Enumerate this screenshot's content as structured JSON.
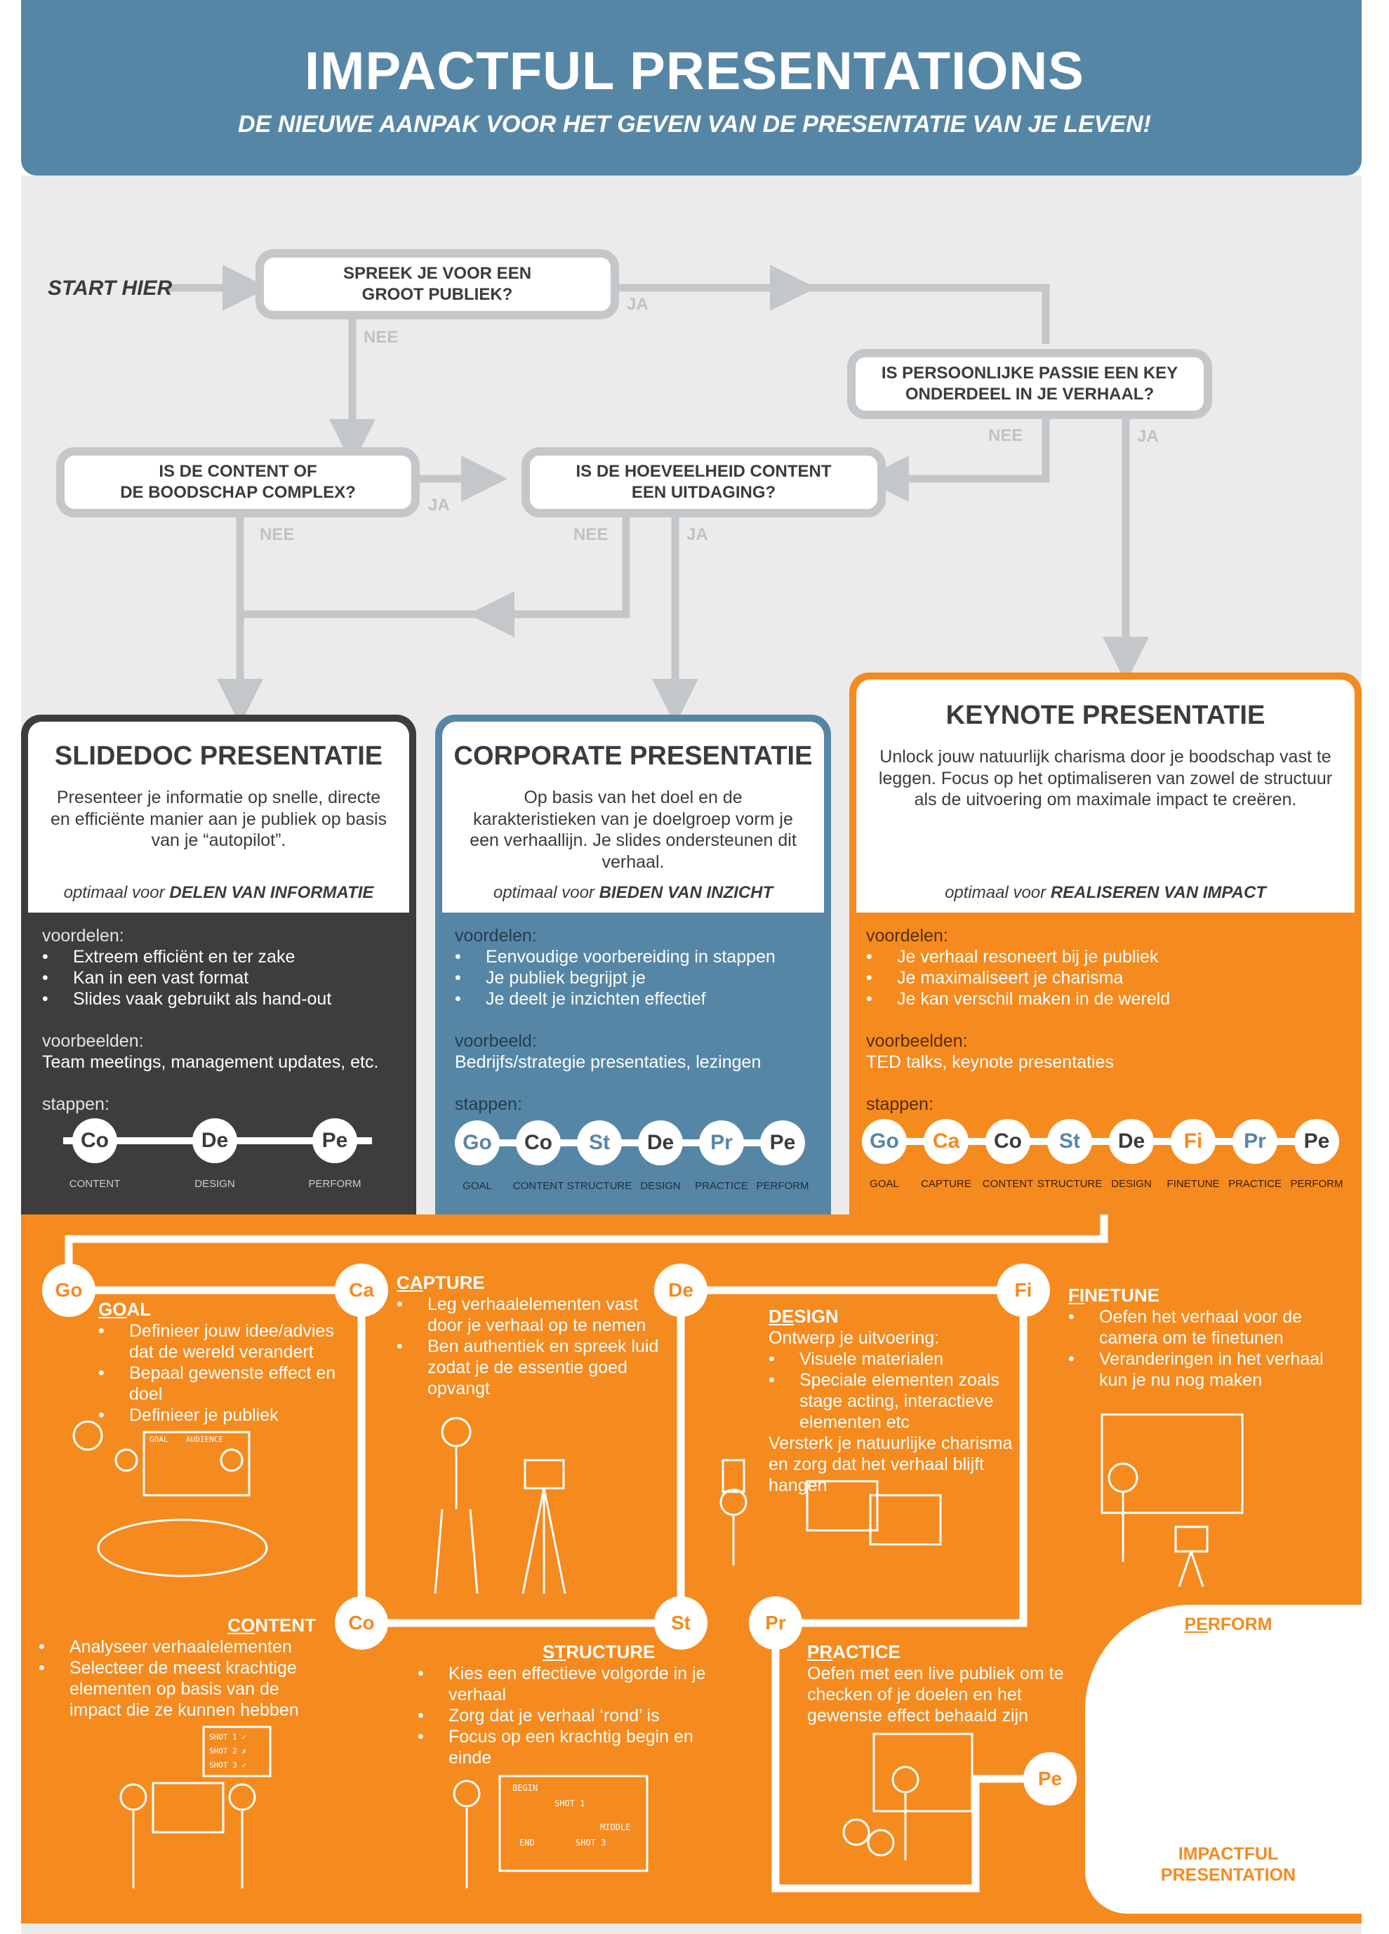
{
  "header": {
    "title": "IMPACTFUL PRESENTATIONS",
    "subtitle": "DE NIEUWE AANPAK VOOR HET GEVEN VAN DE PRESENTATIE VAN JE LEVEN!"
  },
  "flow": {
    "start": "START HIER",
    "q1": "SPREEK JE VOOR EEN\nGROOT PUBLIEK?",
    "q2": "IS PERSOONLIJKE PASSIE EEN KEY\nONDERDEEL IN JE VERHAAL?",
    "q3": "IS DE CONTENT OF\nDE BOODSCHAP COMPLEX?",
    "q4": "IS DE HOEVEELHEID CONTENT\nEEN UITDAGING?",
    "yes": "JA",
    "no": "NEE"
  },
  "panels": {
    "slidedoc": {
      "title": "SLIDEDOC PRESENTATIE",
      "desc": "Presenteer je informatie op snelle, directe en efficiënte manier aan je publiek op basis van je “autopilot”.",
      "opt_prefix": "optimaal voor ",
      "opt_bold": "DELEN VAN INFORMATIE",
      "adv_label": "voordelen:",
      "adv": [
        "Extreem efficiënt en ter zake",
        "Kan in een vast format",
        "Slides vaak gebruikt als hand-out"
      ],
      "ex_label": "voorbeelden:",
      "ex": "Team meetings, management updates, etc.",
      "steps_label": "stappen:",
      "steps": [
        {
          "abbr": "Co",
          "name": "CONTENT"
        },
        {
          "abbr": "De",
          "name": "DESIGN"
        },
        {
          "abbr": "Pe",
          "name": "PERFORM"
        }
      ]
    },
    "corporate": {
      "title": "CORPORATE PRESENTATIE",
      "desc": "Op basis van het doel en de karakteristieken van je doelgroep vorm je een verhaallijn. Je slides ondersteunen dit verhaal.",
      "opt_prefix": "optimaal voor ",
      "opt_bold": "BIEDEN VAN INZICHT",
      "adv_label": "voordelen:",
      "adv": [
        "Eenvoudige voorbereiding in stappen",
        "Je publiek begrijpt je",
        "Je deelt je inzichten effectief"
      ],
      "ex_label": "voorbeeld:",
      "ex": "Bedrijfs/strategie presentaties, lezingen",
      "steps_label": "stappen:",
      "steps": [
        {
          "abbr": "Go",
          "name": "GOAL"
        },
        {
          "abbr": "Co",
          "name": "CONTENT"
        },
        {
          "abbr": "St",
          "name": "STRUCTURE"
        },
        {
          "abbr": "De",
          "name": "DESIGN"
        },
        {
          "abbr": "Pr",
          "name": "PRACTICE"
        },
        {
          "abbr": "Pe",
          "name": "PERFORM"
        }
      ]
    },
    "keynote": {
      "title": "KEYNOTE PRESENTATIE",
      "desc": "Unlock jouw natuurlijk charisma door je boodschap vast te leggen. Focus op het optimaliseren van zowel de structuur als de uitvoering om maximale impact te creëren.",
      "opt_prefix": "optimaal voor ",
      "opt_bold": "REALISEREN VAN IMPACT",
      "adv_label": "voordelen:",
      "adv": [
        "Je verhaal resoneert bij je publiek",
        "Je maximaliseert je charisma",
        "Je kan verschil maken in de wereld"
      ],
      "ex_label": "voorbeelden:",
      "ex": "TED talks, keynote presentaties",
      "steps_label": "stappen:",
      "steps": [
        {
          "abbr": "Go",
          "name": "GOAL"
        },
        {
          "abbr": "Ca",
          "name": "CAPTURE"
        },
        {
          "abbr": "Co",
          "name": "CONTENT"
        },
        {
          "abbr": "St",
          "name": "STRUCTURE"
        },
        {
          "abbr": "De",
          "name": "DESIGN"
        },
        {
          "abbr": "Fi",
          "name": "FINETUNE"
        },
        {
          "abbr": "Pr",
          "name": "PRACTICE"
        },
        {
          "abbr": "Pe",
          "name": "PERFORM"
        }
      ]
    }
  },
  "process": {
    "nodes": {
      "go": "Go",
      "ca": "Ca",
      "de": "De",
      "fi": "Fi",
      "co": "Co",
      "st": "St",
      "pr": "Pr",
      "pe": "Pe"
    },
    "goal": {
      "title_u": "GO",
      "title_rest": "AL",
      "items": [
        "Definieer jouw idee/advies dat de wereld verandert",
        "Bepaal gewenste effect en doel",
        "Definieer je publiek"
      ]
    },
    "capture": {
      "title_u": "CA",
      "title_rest": "PTURE",
      "items": [
        "Leg verhaalelementen vast door je verhaal op te nemen",
        "Ben authentiek en spreek luid zodat je de essentie goed opvangt"
      ]
    },
    "design": {
      "title_u": "DE",
      "title_rest": "SIGN",
      "intro": "Ontwerp je uitvoering:",
      "items": [
        "Visuele materialen",
        "Speciale elementen zoals stage acting, interactieve elementen etc"
      ],
      "outro": "Versterk je natuurlijke charisma en zorg dat het verhaal blijft hangen"
    },
    "finetune": {
      "title_u": "FI",
      "title_rest": "NETUNE",
      "items": [
        "Oefen het verhaal voor de camera om te finetunen",
        "Veranderingen in het verhaal kun je nu nog maken"
      ]
    },
    "content": {
      "title_u": "CO",
      "title_rest": "NTENT",
      "items": [
        "Analyseer verhaalelementen",
        "Selecteer de meest krachtige elementen op basis van de impact die ze kunnen hebben"
      ]
    },
    "structure": {
      "title_u": "ST",
      "title_rest": "RUCTURE",
      "items": [
        "Kies een effectieve volgorde in je verhaal",
        "Zorg dat je verhaal ‘rond’ is",
        "Focus op een krachtig begin en einde"
      ]
    },
    "practice": {
      "title_u": "PR",
      "title_rest": "ACTICE",
      "text": "Oefen met een live publiek om te checken of je doelen en het gewenste effect behaald zijn"
    },
    "perform": {
      "title_u": "PE",
      "title_rest": "RFORM",
      "footer": "IMPACTFUL\nPRESENTATION"
    },
    "sketch_text": {
      "goal_board": [
        "GOAL",
        "AUDIENCE"
      ],
      "content_list": [
        "SHOT 1 ✓",
        "SHOT 2 ✗",
        "SHOT 3 ✓"
      ],
      "structure_board": [
        "BEGIN",
        "SHOT 1",
        "MIDDLE",
        "SHOT 3",
        "END"
      ]
    }
  },
  "colors": {
    "header_blue": "#5686a6",
    "dark_panel": "#3d3d3d",
    "blue_panel": "#5686a6",
    "orange": "#f58a1f",
    "arrow_gray": "#c4c7ca",
    "bg_gray": "#ebebeb"
  }
}
